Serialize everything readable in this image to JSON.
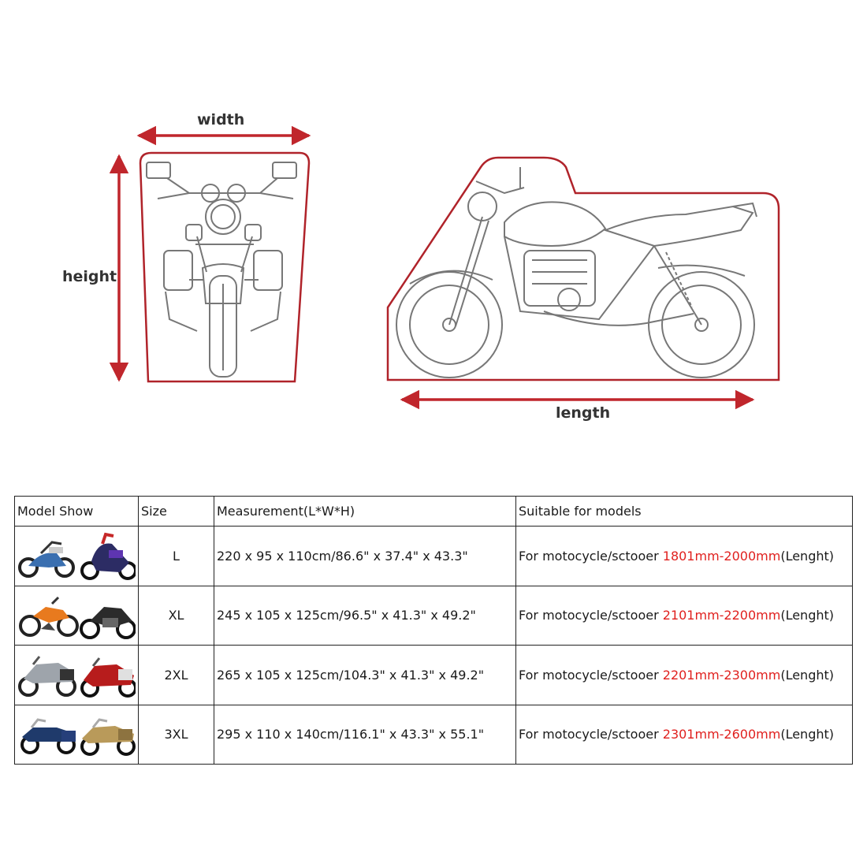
{
  "diagram": {
    "width_label": "width",
    "height_label": "height",
    "length_label": "length",
    "accent_color": "#b0232a"
  },
  "table": {
    "headers": [
      "Model Show",
      "Size",
      "Measurement(L*W*H)",
      "Suitable for models"
    ],
    "rows": [
      {
        "size": "L",
        "measurement": "220 x 95 x 110cm/86.6\" x 37.4\" x 43.3\"",
        "prefix": "For motocycle/sctooer ",
        "range": "1801mm-2000mm",
        "suffix": "(Lenght)",
        "images": [
          "scooter-blue-image",
          "scooter-purple-image"
        ]
      },
      {
        "size": "XL",
        "measurement": "245 x 105 x 125cm/96.5\" x 41.3\" x 49.2\"",
        "prefix": "For motocycle/sctooer ",
        "range": "2101mm-2200mm",
        "suffix": "(Lenght)",
        "images": [
          "dirt-bike-orange-image",
          "sport-bike-black-image"
        ]
      },
      {
        "size": "2XL",
        "measurement": "265 x 105 x 125cm/104.3\" x 41.3\" x 49.2\"",
        "prefix": "For motocycle/sctooer ",
        "range": "2201mm-2300mm",
        "suffix": "(Lenght)",
        "images": [
          "touring-bike-silver-image",
          "touring-bike-red-image"
        ]
      },
      {
        "size": "3XL",
        "measurement": "295 x 110 x 140cm/116.1\" x 43.3\" x 55.1\"",
        "prefix": "For motocycle/sctooer ",
        "range": "2301mm-2600mm",
        "suffix": "(Lenght)",
        "images": [
          "cruiser-blue-image",
          "cruiser-gold-image"
        ]
      }
    ],
    "highlight_color": "#e0201e"
  }
}
